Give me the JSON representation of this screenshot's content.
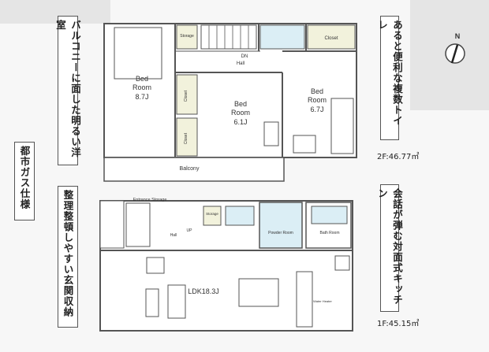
{
  "callouts": {
    "balcony_room": "バルコニーに面した明るい洋室",
    "city_gas": "都市ガス仕様",
    "entrance_storage": "整理整頓しやすい玄関収納",
    "multiple_toilets": "あると便利な複数トイレ",
    "face_to_face_kitchen": "会話が弾む対面式キッチン"
  },
  "floor2": {
    "area": "2F:46.77㎡",
    "rooms": {
      "bed1_name": "Bed",
      "bed1_name2": "Room",
      "bed1_size": "8.7J",
      "bed2_name": "Bed",
      "bed2_name2": "Room",
      "bed2_size": "6.1J",
      "bed3_name": "Bed",
      "bed3_name2": "Room",
      "bed3_size": "6.7J",
      "storage": "Storage",
      "closet_top": "Closet",
      "closet_mid1": "Closet",
      "closet_mid2": "Closet",
      "hall_dn": "DN",
      "hall": "Hall",
      "balcony": "Balcony"
    }
  },
  "floor1": {
    "area": "1F:45.15㎡",
    "rooms": {
      "entrance_storage": "Entrance Storage",
      "storage": "Storage",
      "up": "UP",
      "hall": "Hall",
      "powder_room": "Powder Room",
      "bath_room": "Bath Room",
      "ldk": "LDK18.3J",
      "water_heater": "Water Heater"
    }
  },
  "compass": {
    "label": "N"
  },
  "colors": {
    "wall": "#555555",
    "wet_area": "#dbeef5",
    "closet": "#f2f2dc"
  }
}
